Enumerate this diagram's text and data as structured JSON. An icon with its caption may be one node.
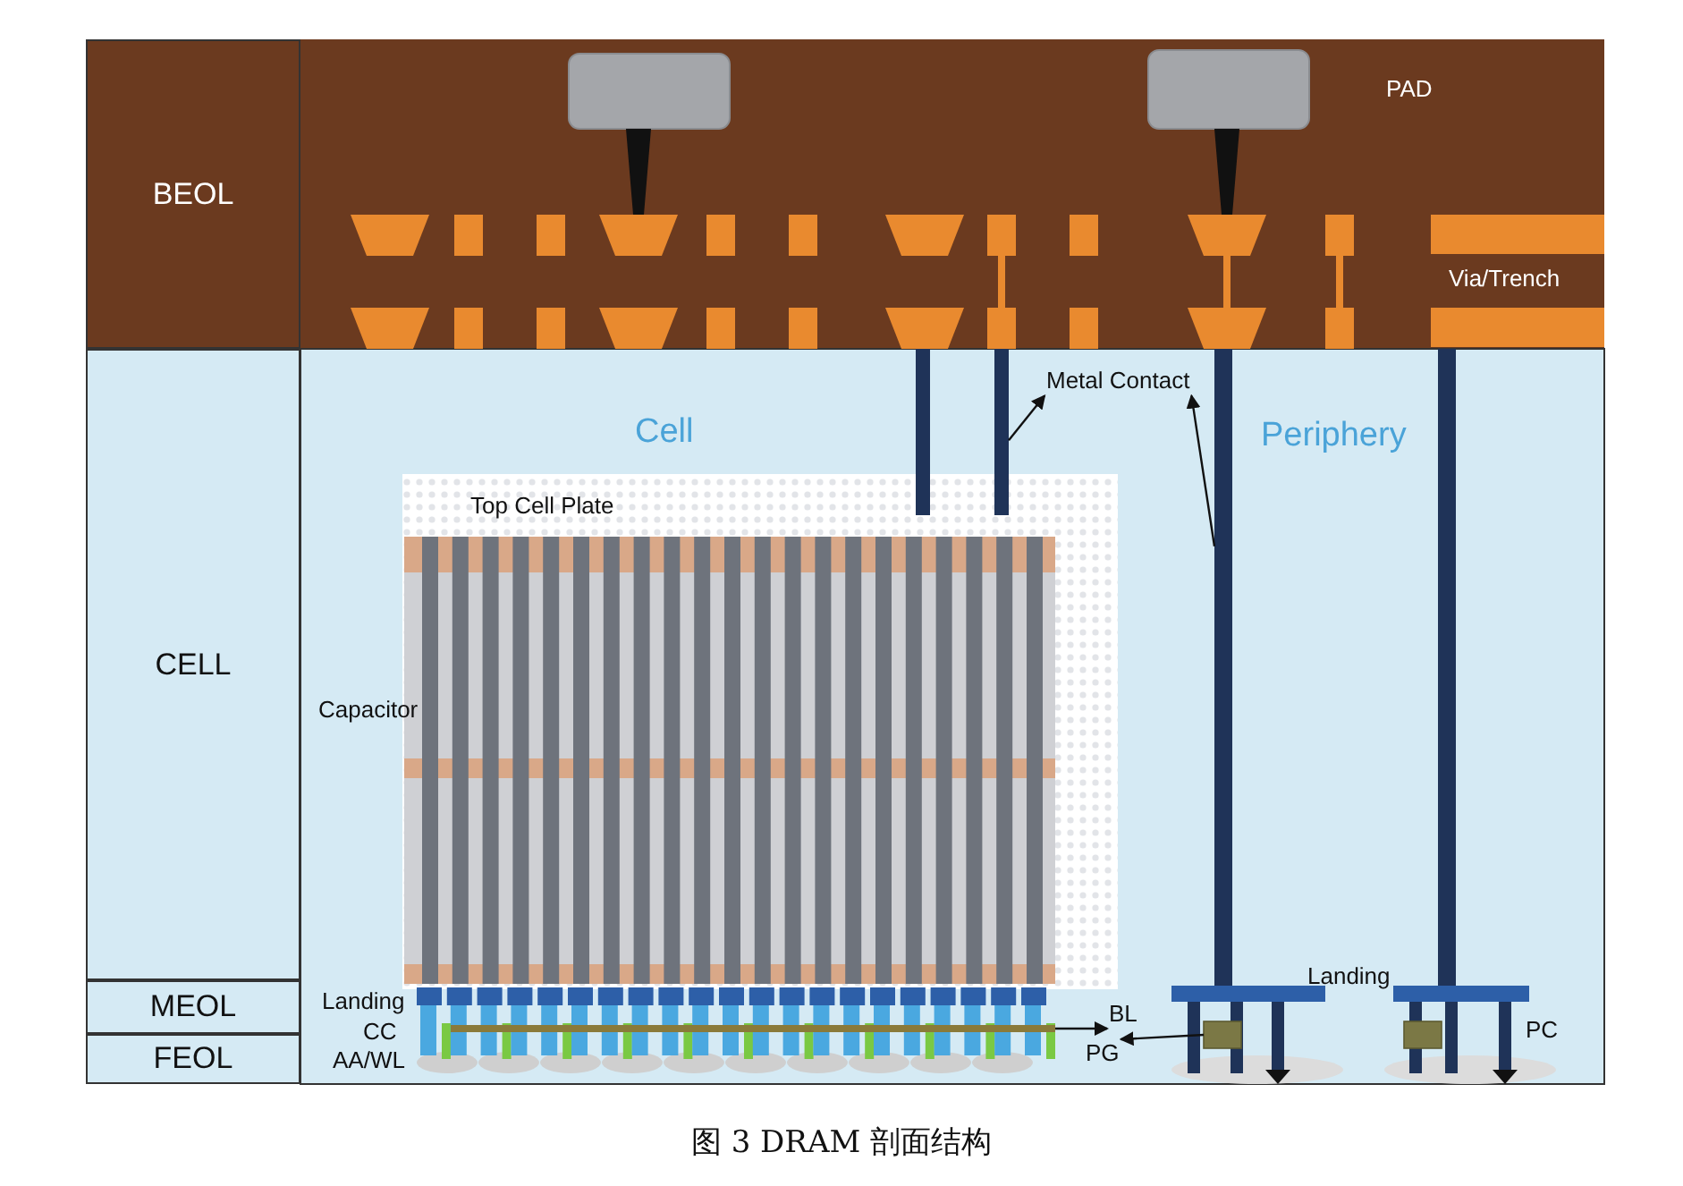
{
  "diagram": {
    "caption": "图 3 DRAM 剖面结构",
    "nodes": [
      {
        "text": [
          "Metal Contact"
        ]
      },
      {
        "text": [],
        "shape": "bar"
      },
      {
        "text": [],
        "shape": "bar"
      },
      {
        "text": [
          "BL"
        ]
      },
      {
        "text": [],
        "shape": "bar"
      },
      {
        "text": [
          "PG"
        ]
      },
      {
        "text": [],
        "shape": "box"
      },
      {
        "text": [
          "BEOL"
        ]
      },
      {
        "text": [
          "CELL"
        ]
      },
      {
        "text": [
          "MEOL"
        ]
      },
      {
        "text": [
          "FEOL"
        ]
      },
      {
        "text": [],
        "shape": "bar"
      },
      {
        "text": [],
        "shape": "bar"
      },
      {
        "text": [],
        "shape": "box"
      }
    ],
    "edges": [
      {
        "from": 1,
        "to": 0,
        "arrow": "to"
      },
      {
        "from": 2,
        "to": 0,
        "arrow": "to"
      },
      {
        "from": 4,
        "to": 3,
        "arrow": "to"
      },
      {
        "from": 6,
        "to": 5,
        "arrow": "to"
      }
    ],
    "labels": [
      "PAD",
      "Via/Trench",
      "Cell",
      "Periphery",
      "Top Cell Plate",
      "Capacitor",
      "Landing",
      "CC",
      "AA/WL",
      "Landing",
      "PC"
    ]
  }
}
